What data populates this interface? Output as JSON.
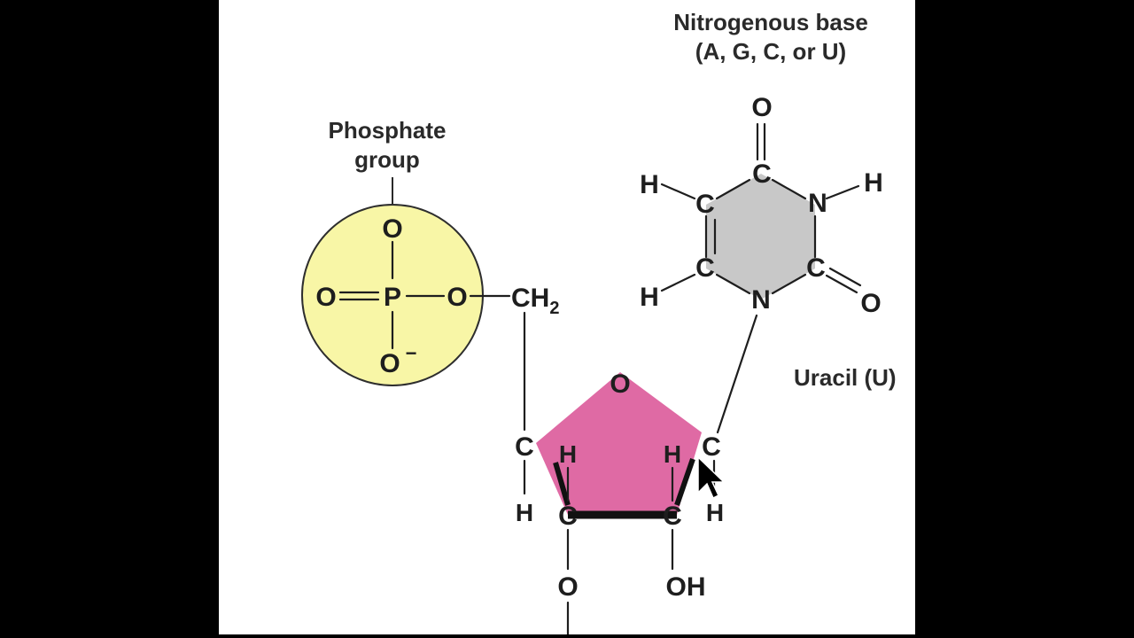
{
  "labels": {
    "base_title_line1": "Nitrogenous base",
    "base_title_line2": "(A, G, C, or U)",
    "phosphate_line1": "Phosphate",
    "phosphate_line2": "group",
    "uracil": "Uracil (U)"
  },
  "phosphate": {
    "o_top": "O",
    "o_left": "O",
    "p": "P",
    "o_right": "O",
    "o_bottom": "O",
    "o_bottom_charge": "−",
    "ch": "CH",
    "ch_sub": "2"
  },
  "sugar": {
    "ring_o": "O",
    "c_left": "C",
    "c_right": "C",
    "c_bot_left": "C",
    "c_bot_right": "C",
    "h_left_in": "H",
    "h_right_in": "H",
    "h_left_out": "H",
    "h_right_out": "H",
    "o_bottom": "O",
    "oh": "OH"
  },
  "uracil_ring": {
    "o_top": "O",
    "c_top": "C",
    "n_right": "N",
    "h_n": "H",
    "c_right": "C",
    "o_right": "O",
    "n_bottom": "N",
    "c_bot_left": "C",
    "h_bot_left": "H",
    "c_top_left": "C",
    "h_top_left": "H"
  },
  "colors": {
    "phosphate_fill": "#f8f6a6",
    "sugar_fill": "#df6aa4",
    "base_fill": "#c8c8c8",
    "background": "#ffffff",
    "letterbox": "#000000"
  }
}
